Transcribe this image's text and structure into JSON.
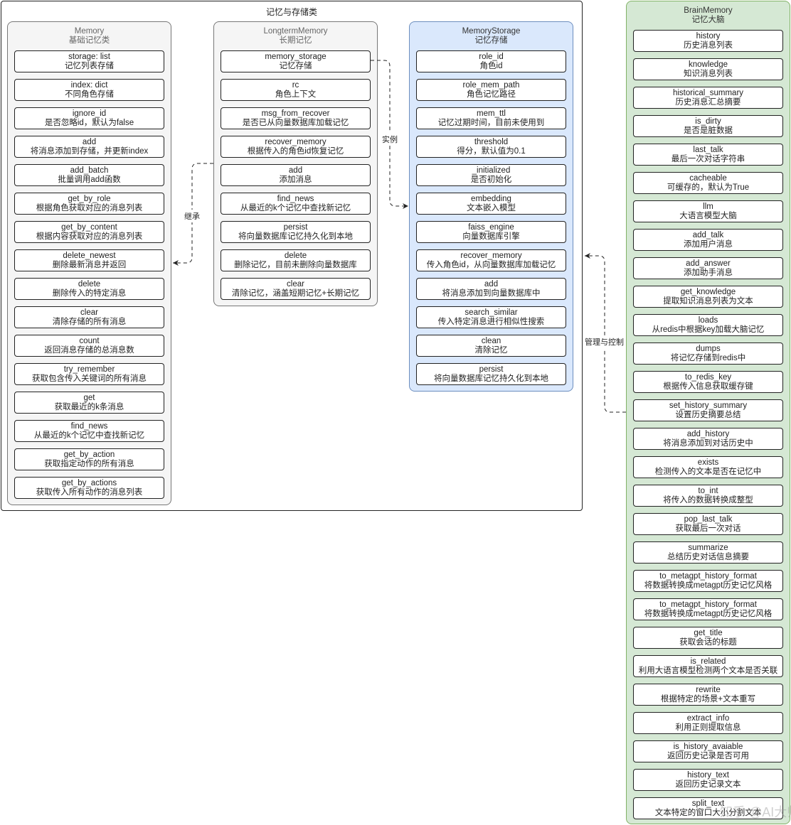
{
  "outer_title": "记忆与存储类",
  "memory": {
    "title": "Memory",
    "subtitle": "基础记忆类",
    "items": [
      {
        "name": "storage: list",
        "desc": "记忆列表存储"
      },
      {
        "name": "index: dict",
        "desc": "不同角色存储"
      },
      {
        "name": "ignore_id",
        "desc": "是否忽略id，默认为false"
      },
      {
        "name": "add",
        "desc": "将消息添加到存储，并更新index"
      },
      {
        "name": "add_batch",
        "desc": "批量调用add函数"
      },
      {
        "name": "get_by_role",
        "desc": "根据角色获取对应的消息列表"
      },
      {
        "name": "get_by_content",
        "desc": "根据内容获取对应的消息列表"
      },
      {
        "name": "delete_newest",
        "desc": "删除最新消息并返回"
      },
      {
        "name": "delete",
        "desc": "删除传入的特定消息"
      },
      {
        "name": "clear",
        "desc": "清除存储的所有消息"
      },
      {
        "name": "count",
        "desc": "返回消息存储的总消息数"
      },
      {
        "name": "try_remember",
        "desc": "获取包含传入关键词的所有消息"
      },
      {
        "name": "get",
        "desc": "获取最近的k条消息"
      },
      {
        "name": "find_news",
        "desc": "从最近的k个记忆中查找新记忆"
      },
      {
        "name": "get_by_action",
        "desc": "获取指定动作的所有消息"
      },
      {
        "name": "get_by_actions",
        "desc": "获取传入所有动作的消息列表"
      }
    ]
  },
  "longterm": {
    "title": "LongtermMemory",
    "subtitle": "长期记忆",
    "items": [
      {
        "name": "memory_storage",
        "desc": "记忆存储"
      },
      {
        "name": "rc",
        "desc": "角色上下文"
      },
      {
        "name": "msg_from_recover",
        "desc": "是否已从向量数据库加载记忆"
      },
      {
        "name": "recover_memory",
        "desc": "根据传入的角色id恢复记忆"
      },
      {
        "name": "add",
        "desc": "添加消息"
      },
      {
        "name": "find_news",
        "desc": "从最近的k个记忆中查找新记忆"
      },
      {
        "name": "persist",
        "desc": "将向量数据库记忆持久化到本地"
      },
      {
        "name": "delete",
        "desc": "删除记忆，目前未删除向量数据库"
      },
      {
        "name": "clear",
        "desc": "清除记忆，涵盖短期记忆+长期记忆"
      }
    ]
  },
  "storage": {
    "title": "MemoryStorage",
    "subtitle": "记忆存储",
    "items": [
      {
        "name": "role_id",
        "desc": "角色id"
      },
      {
        "name": "role_mem_path",
        "desc": "角色记忆路径"
      },
      {
        "name": "mem_ttl",
        "desc": "记忆过期时间，目前未使用到"
      },
      {
        "name": "threshold",
        "desc": "得分，默认值为0.1"
      },
      {
        "name": "_initialized",
        "desc": "是否初始化"
      },
      {
        "name": "embedding",
        "desc": "文本嵌入模型"
      },
      {
        "name": "faiss_engine",
        "desc": "向量数据库引擎"
      },
      {
        "name": "recover_memory",
        "desc": "传入角色id，从向量数据库加载记忆"
      },
      {
        "name": "add",
        "desc": "将消息添加到向量数据库中"
      },
      {
        "name": "search_similar",
        "desc": "传入特定消息进行相似性搜索"
      },
      {
        "name": "clean",
        "desc": "清除记忆"
      },
      {
        "name": "persist",
        "desc": "将向量数据库记忆持久化到本地"
      }
    ]
  },
  "brain": {
    "title": "BrainMemory",
    "subtitle": "记忆大脑",
    "items": [
      {
        "name": "history",
        "desc": "历史消息列表"
      },
      {
        "name": "knowledge",
        "desc": "知识消息列表"
      },
      {
        "name": "historical_summary",
        "desc": "历史消息汇总摘要"
      },
      {
        "name": "is_dirty",
        "desc": "是否是脏数据"
      },
      {
        "name": "last_talk",
        "desc": "最后一次对话字符串"
      },
      {
        "name": "cacheable",
        "desc": "可缓存的，默认为True"
      },
      {
        "name": "llm",
        "desc": "大语言模型大脑"
      },
      {
        "name": "add_talk",
        "desc": "添加用户消息"
      },
      {
        "name": "add_answer",
        "desc": "添加助手消息"
      },
      {
        "name": "get_knowledge",
        "desc": "提取知识消息列表为文本"
      },
      {
        "name": "loads",
        "desc": "从redis中根据key加载大脑记忆"
      },
      {
        "name": "dumps",
        "desc": "将记忆存储到redis中"
      },
      {
        "name": "to_redis_key",
        "desc": "根据传入信息获取缓存键"
      },
      {
        "name": "set_history_summary",
        "desc": "设置历史摘要总结"
      },
      {
        "name": "add_history",
        "desc": "将消息添加到对话历史中"
      },
      {
        "name": "exists",
        "desc": "检测传入的文本是否在记忆中"
      },
      {
        "name": "to_int",
        "desc": "将传入的数据转换成整型"
      },
      {
        "name": "pop_last_talk",
        "desc": "获取最后一次对话"
      },
      {
        "name": "summarize",
        "desc": "总结历史对话信息摘要"
      },
      {
        "name": "to_metagpt_history_format",
        "desc": "将数据转换成metagpt历史记忆风格"
      },
      {
        "name": "to_metagpt_history_format",
        "desc": "将数据转换成metagpt历史记忆风格"
      },
      {
        "name": "get_title",
        "desc": "获取会话的标题"
      },
      {
        "name": "is_related",
        "desc": "利用大语言模型检测两个文本是否关联"
      },
      {
        "name": "rewrite",
        "desc": "根据特定的场景+文本重写"
      },
      {
        "name": "extract_info",
        "desc": "利用正则提取信息"
      },
      {
        "name": "is_history_avaiable",
        "desc": "返回历史记录是否可用"
      },
      {
        "name": "history_text",
        "desc": "返回历史记录文本"
      },
      {
        "name": "split_text",
        "desc": "文本特定的窗口大小分割文本"
      }
    ]
  },
  "edges": {
    "inherit": "继承",
    "instance": "实例",
    "manage": "管理与控制"
  },
  "watermark": "知乎 @AI大师"
}
